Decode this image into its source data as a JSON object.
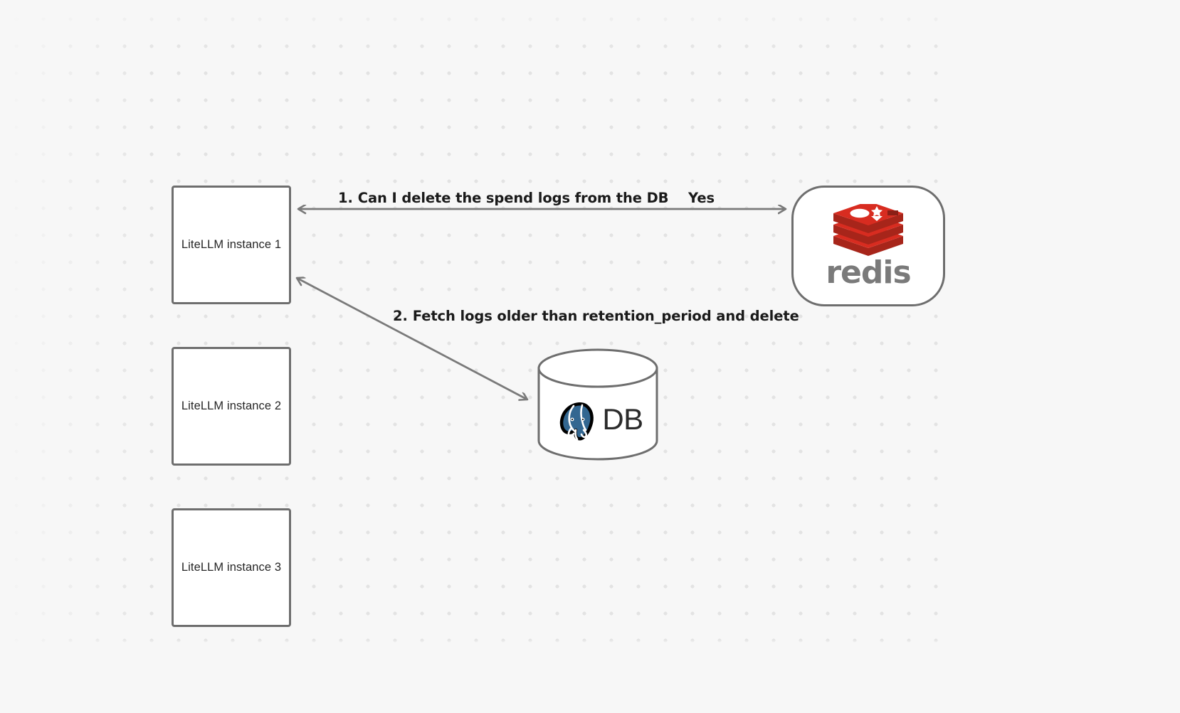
{
  "canvas": {
    "background_color": "#f7f7f7",
    "grid_dot_color": "#e3e3e3",
    "node_border_color": "#6e6e6e",
    "edge_color": "#7a7a7a"
  },
  "nodes": {
    "litellm_1": {
      "label": "LiteLLM instance 1"
    },
    "litellm_2": {
      "label": "LiteLLM instance 2"
    },
    "litellm_3": {
      "label": "LiteLLM instance 3"
    },
    "redis": {
      "wordmark": "redis",
      "logo_name": "redis-stacked-cubes-logo",
      "logo_color": "#d82c20",
      "logo_color_dark": "#a7251a",
      "wordmark_color": "#7a7a7a"
    },
    "postgres": {
      "label": "DB",
      "logo_name": "postgresql-elephant-logo",
      "logo_color": "#336791",
      "label_color": "#2b2b2b"
    }
  },
  "edges": [
    {
      "id": "edge-1",
      "from": "redis",
      "to": "litellm_1",
      "number": "1.",
      "label": "Can I delete the spend logs from the DB",
      "reply_label": "Yes"
    },
    {
      "id": "edge-2",
      "from": "postgres",
      "to": "litellm_1",
      "number": "2.",
      "label": "Fetch logs older than retention_period and delete"
    }
  ]
}
